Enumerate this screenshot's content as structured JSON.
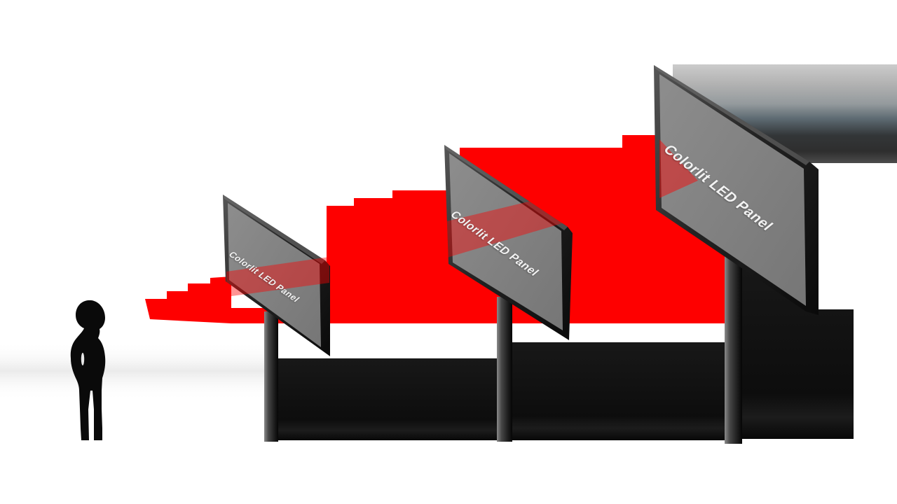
{
  "illustration": {
    "subject": "LED billboard viewing-distance illustration",
    "panels": [
      {
        "size": "small",
        "label": "Colorlit LED Panel"
      },
      {
        "size": "medium",
        "label": "Colorlit LED Panel"
      },
      {
        "size": "large",
        "label": "Colorlit LED Panel"
      }
    ],
    "colors": {
      "beam_red": "#fe0000",
      "beam_overlay_red": "rgba(255,0,0,0.42)",
      "screen_gray": "#828282",
      "frame_dark": "#141414",
      "pole_gray": "#3a3a3a",
      "base_block_black": "#101010",
      "silhouette_black": "#0a0a0a",
      "background": "#ffffff"
    }
  }
}
